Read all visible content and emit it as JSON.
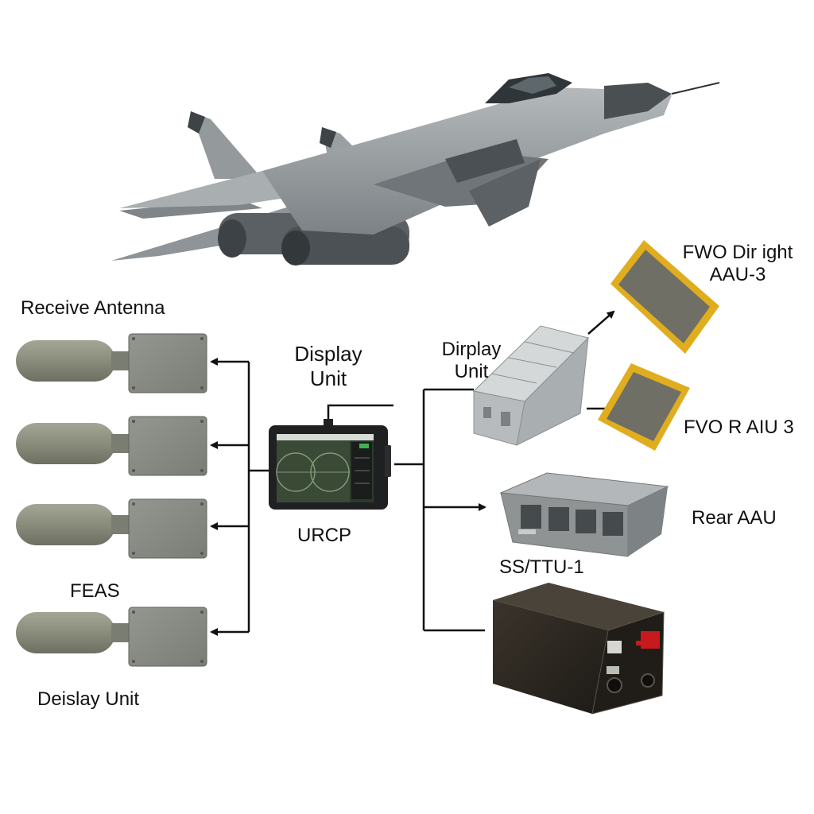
{
  "labels": {
    "receive_antenna": "Receive Antenna",
    "feas": "FEAS",
    "deislay_unit": "Deislay Unit",
    "display_unit_line1": "Display",
    "display_unit_line2": "Unit",
    "urcp": "URCP",
    "dirplay_unit_line1": "Dirplay",
    "dirplay_unit_line2": "Unit",
    "fwo_dirigh_line1": "FWO Dir ight",
    "fwo_dirigh_line2": "AAU-3",
    "fvor_aiu": "FVO R AIU 3",
    "rear_aau": "Rear AAU",
    "ss_ttu": "SS/TTU-1"
  },
  "colors": {
    "aircraft": "#8d9294",
    "aircraft_dark": "#5f6569",
    "radome": "#4a4f52",
    "antenna_pod": "#8c8f7e",
    "antenna_box": "#878a82",
    "panel_yellow": "#e0ad1f",
    "panel_face": "#6f6f66",
    "unit_gray": "#b4b8b9",
    "rear_aau_gray": "#8f9394",
    "black_box": "#2b2620",
    "red_switch": "#c8191c",
    "line": "#111111"
  }
}
